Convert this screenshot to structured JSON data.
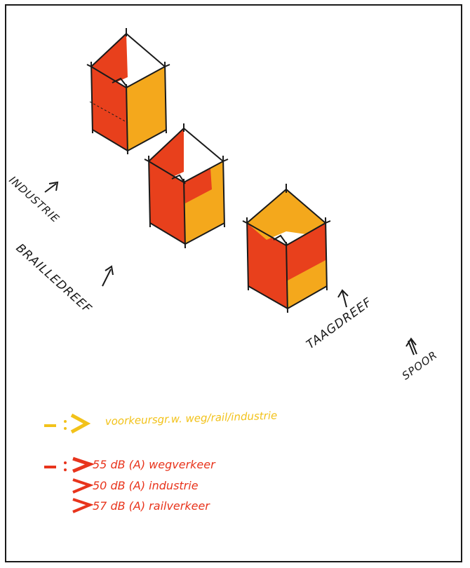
{
  "colors": {
    "orange": "#f4a81c",
    "red_orange": "#e8401c",
    "yellow": "#f2c21a",
    "ink": "#1a1a1a",
    "red_text": "#e8341c"
  },
  "labels": {
    "industrie": "INDUSTRIE",
    "brailledreef": "BRAILLEDREEF",
    "taagdreef": "TAAGDREEF",
    "spoor": "SPOOR"
  },
  "legend": {
    "yellow_line": "voorkeursgr.w. weg/rail/industrie",
    "red_line1": "55 dB (A) wegverkeer",
    "red_line2": "50 dB (A) industrie",
    "red_line3": "57 dB (A) railverkeer"
  }
}
